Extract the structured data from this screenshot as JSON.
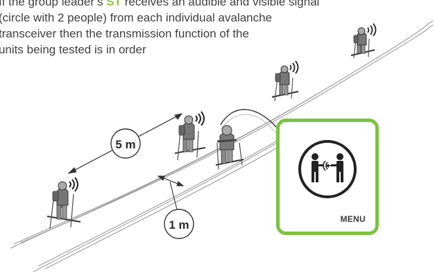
{
  "instruction": {
    "line1_pre": "If the group leader’s ",
    "st_label": "ST",
    "line1_post": " receives an audible and visible signal",
    "line2": "(circle with 2 people) from each individual avalanche",
    "line3": "transceiver then the transmission function of the",
    "line4": "units being tested is in order"
  },
  "distances": {
    "between_skiers": "5 m",
    "between_groups": "1 m"
  },
  "device_screen": {
    "menu_label": "MENU",
    "icon": "two-people-signal-icon"
  },
  "colors": {
    "accent_green": "#7dc242",
    "text": "#3f3f3f",
    "line": "#333333"
  }
}
